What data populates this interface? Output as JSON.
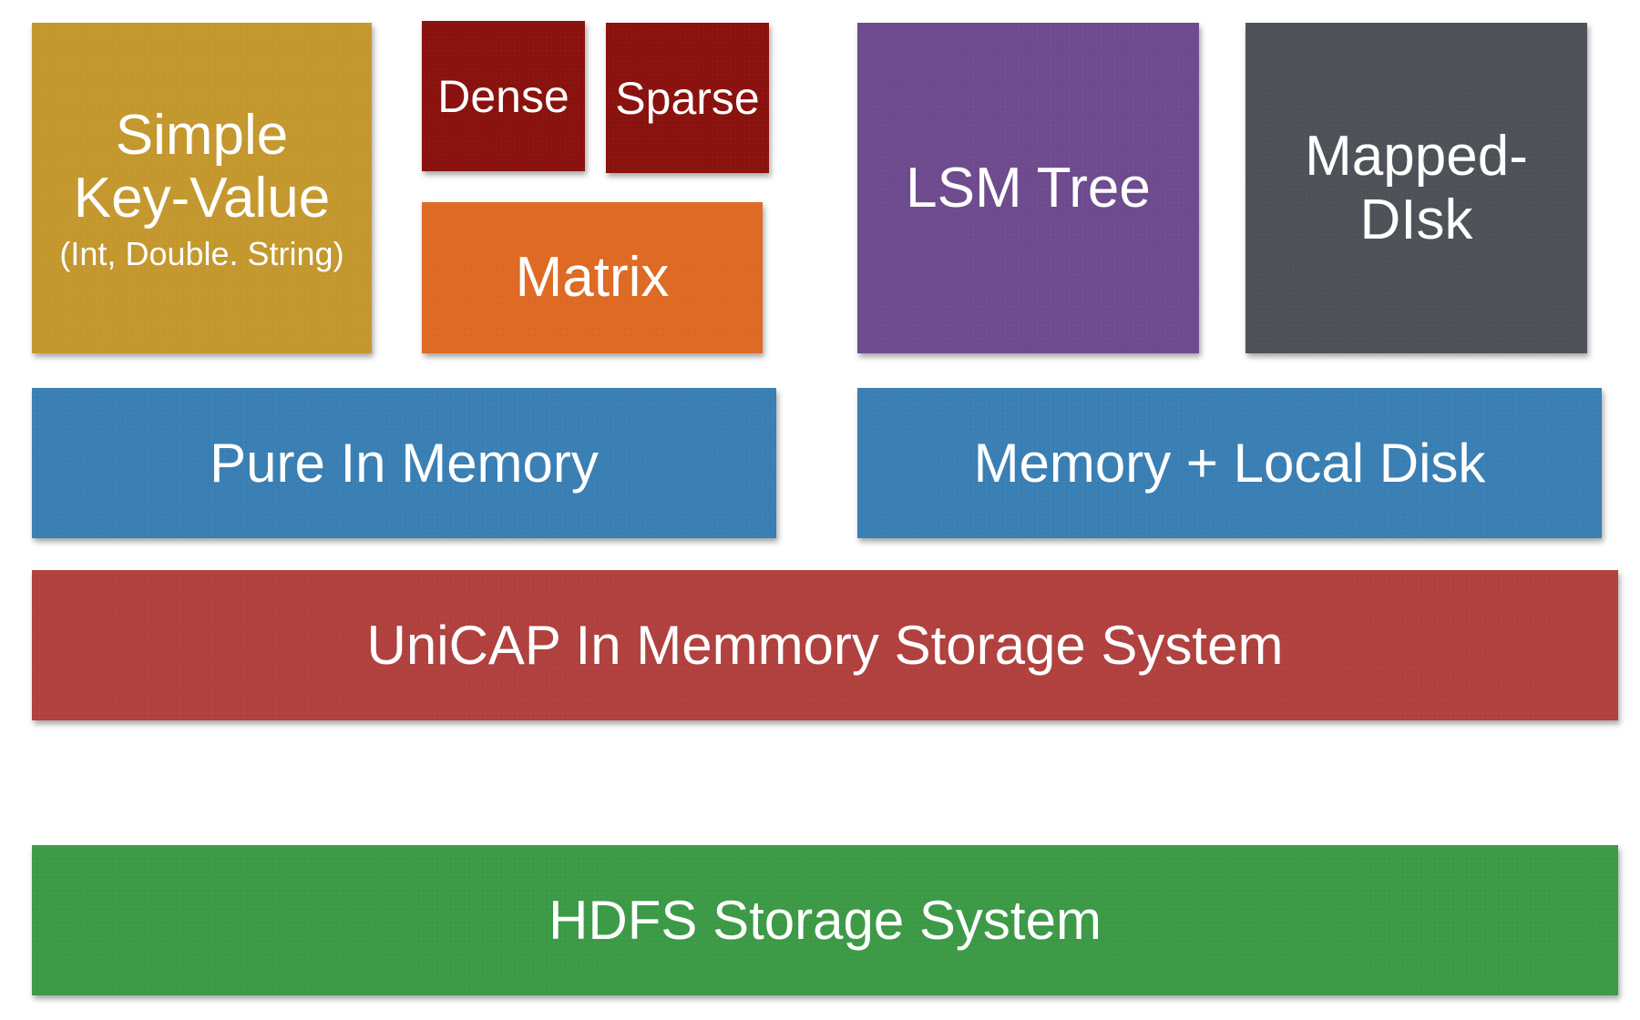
{
  "blocks": {
    "simple_kv": {
      "line1": "Simple",
      "line2": "Key-Value",
      "line3": "(Int, Double. String)",
      "color": "#C4982E"
    },
    "dense": {
      "label": "Dense",
      "color": "#8A120E"
    },
    "sparse": {
      "label": "Sparse",
      "color": "#8A120E"
    },
    "matrix": {
      "label": "Matrix",
      "color": "#DE6A24"
    },
    "lsm_tree": {
      "label": "LSM Tree",
      "color": "#6E4B8E"
    },
    "mapped_disk": {
      "line1": "Mapped-",
      "line2": "DIsk",
      "color": "#4E5258"
    },
    "pure_in_memory": {
      "label": "Pure In Memory",
      "color": "#3A7FB4"
    },
    "memory_local_disk": {
      "label": "Memory + Local Disk",
      "color": "#3A7FB4"
    },
    "unicap": {
      "label": "UniCAP In Memmory Storage System",
      "color": "#B0413E"
    },
    "hdfs": {
      "label": "HDFS Storage System",
      "color": "#3C9A46"
    }
  }
}
